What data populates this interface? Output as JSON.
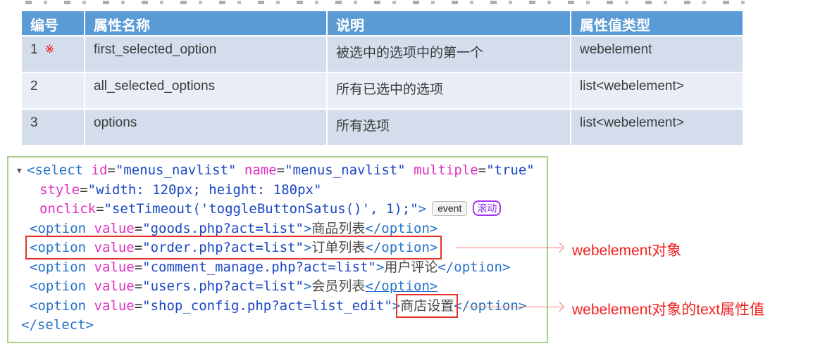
{
  "table": {
    "headers": [
      "编号",
      "属性名称",
      "说明",
      "属性值类型"
    ],
    "rows": [
      {
        "num": "1",
        "mark": "※",
        "name": "first_selected_option",
        "desc": "被选中的选项中的第一个",
        "type": "webelement"
      },
      {
        "num": "2",
        "mark": "",
        "name": "all_selected_options",
        "desc": "所有已选中的选项",
        "type": "list<webelement>"
      },
      {
        "num": "3",
        "mark": "",
        "name": "options",
        "desc": "所有选项",
        "type": "list<webelement>"
      }
    ]
  },
  "code": {
    "expander": "▼",
    "l1": {
      "tag": "<select ",
      "a1": "id",
      "eq1": "=",
      "v1": "\"menus_navlist\" ",
      "a2": "name",
      "eq2": "=",
      "v2": "\"menus_navlist\" ",
      "a3": "multiple",
      "eq3": "=",
      "v3": "\"true\""
    },
    "l2": {
      "a": "style",
      "eq": "=",
      "v": "\"width: 120px; height: 180px\""
    },
    "l3": {
      "a": "onclick",
      "eq": "=",
      "v": "\"setTimeout('toggleButtonSatus()', 1);\"",
      "gt": ">"
    },
    "l4": {
      "open": "<option ",
      "a": "value",
      "eq": "=",
      "v": "\"goods.php?act=list\"",
      "gt": ">",
      "text": "商品列表",
      "close": "</option>"
    },
    "l5": {
      "open": "<option ",
      "a": "value",
      "eq": "=",
      "v": "\"order.php?act=list\"",
      "gt": ">",
      "text": "订单列表",
      "close": "</option>"
    },
    "l6": {
      "open": "<option ",
      "a": "value",
      "eq": "=",
      "v": "\"comment_manage.php?act=list\"",
      "gt": ">",
      "text": "用户评论",
      "close": "</option>"
    },
    "l7": {
      "open": "<option ",
      "a": "value",
      "eq": "=",
      "v": "\"users.php?act=list\"",
      "gt": ">",
      "text": "会员列表",
      "close": "</option>"
    },
    "l8": {
      "open": "<option ",
      "a": "value",
      "eq": "=",
      "v": "\"shop_config.php?act=list_edit\"",
      "gt": ">",
      "text": "商店设置",
      "close": "</option>"
    },
    "l9": {
      "close": "</select>"
    }
  },
  "badges": {
    "event": "event",
    "scroll": "滚动"
  },
  "annotations": {
    "webelement_label": "webelement对象",
    "text_attr_label": "webelement对象的text属性值"
  },
  "colors": {
    "header_bg": "#5B9BD5",
    "row_dark": "#D3DDEC",
    "row_light": "#E9EDF5",
    "tag_blue": "#2472C8",
    "attr_pink": "#E12EC4",
    "value_blue": "#1A47C4",
    "content_gray": "#4A4A4A",
    "snippet_border_green": "#A9D18E",
    "annotation_red": "#F32222",
    "red_box_border": "#E5352B",
    "scroll_badge_purple": "#8B30E8",
    "ref_mark_red": "#FF0000"
  }
}
